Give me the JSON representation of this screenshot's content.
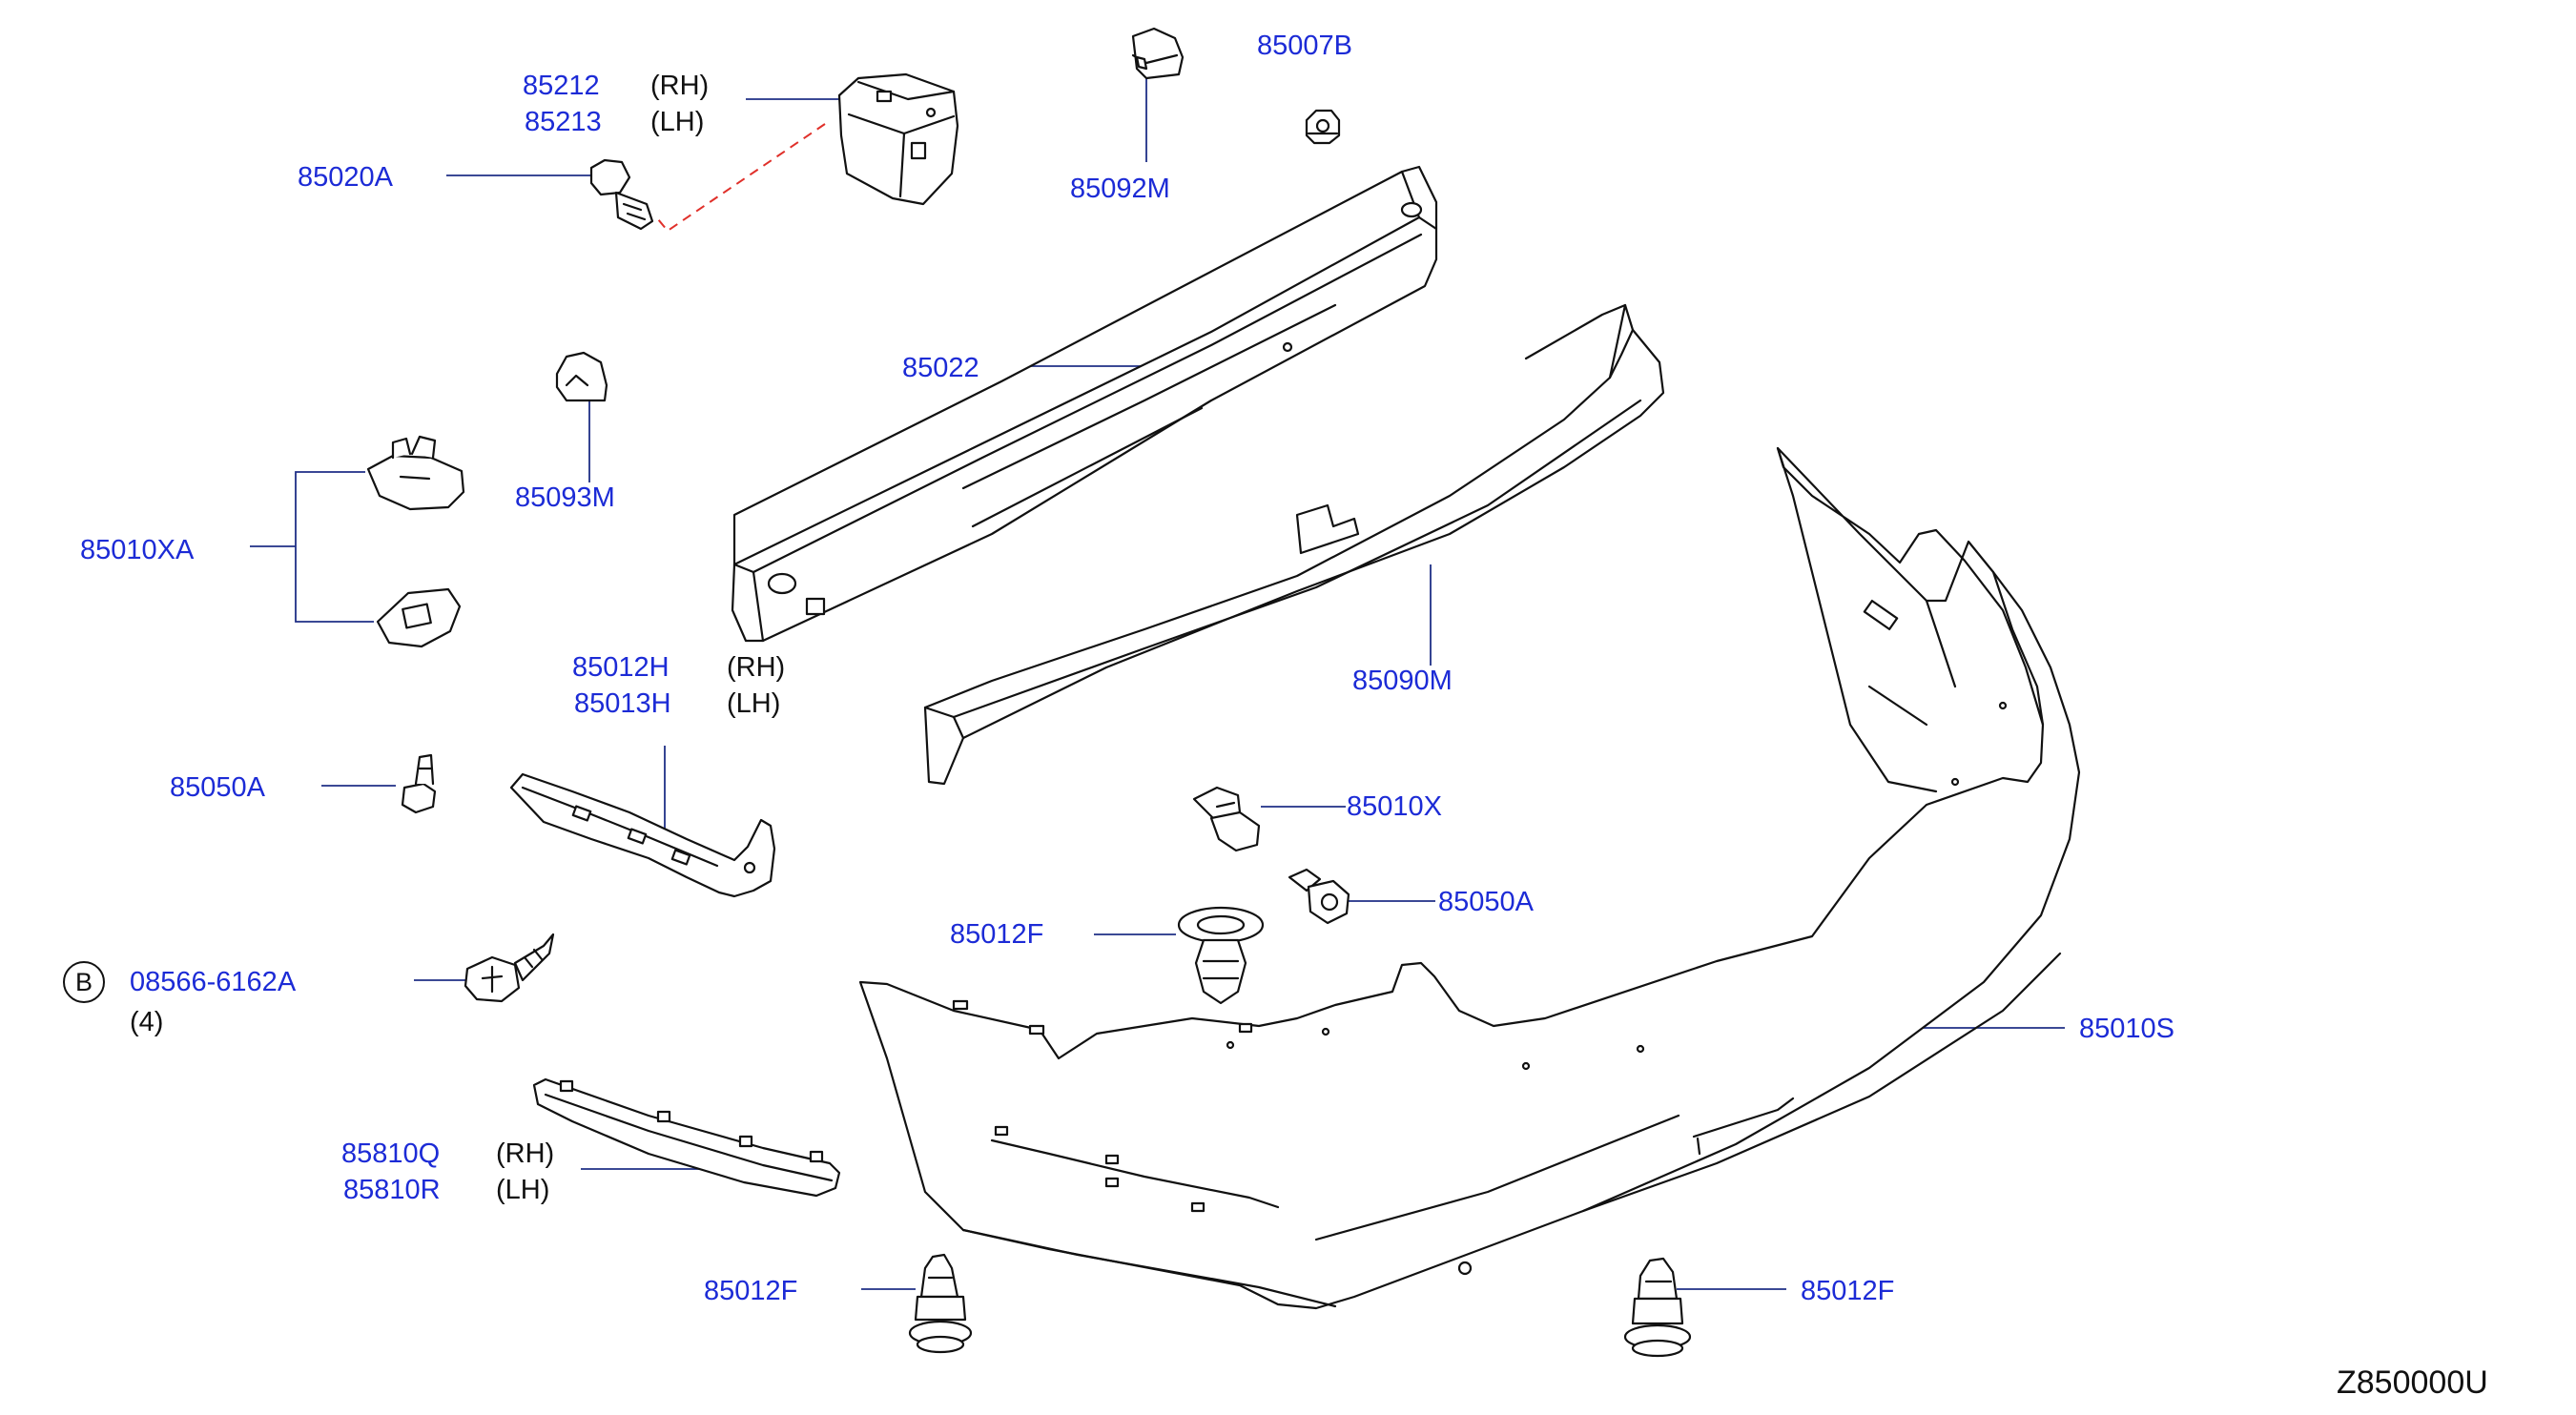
{
  "diagram": {
    "reference_code": "Z850000U",
    "callouts": [
      {
        "id": "c85212",
        "part": "85212",
        "side": "(RH)"
      },
      {
        "id": "c85213",
        "part": "85213",
        "side": "(LH)"
      },
      {
        "id": "c85020a",
        "part": "85020A"
      },
      {
        "id": "c85092m",
        "part": "85092M"
      },
      {
        "id": "c85007b",
        "part": "85007B"
      },
      {
        "id": "c85022",
        "part": "85022"
      },
      {
        "id": "c85093m",
        "part": "85093M"
      },
      {
        "id": "c85010xa",
        "part": "85010XA"
      },
      {
        "id": "c85012h",
        "part": "85012H",
        "side": "(RH)"
      },
      {
        "id": "c85013h",
        "part": "85013H",
        "side": "(LH)"
      },
      {
        "id": "c85090m",
        "part": "85090M"
      },
      {
        "id": "c85050a_left",
        "part": "85050A"
      },
      {
        "id": "c85010x",
        "part": "85010X"
      },
      {
        "id": "c85050a_right",
        "part": "85050A"
      },
      {
        "id": "c85012f_mid",
        "part": "85012F"
      },
      {
        "id": "c08566",
        "part": "08566-6162A",
        "marker": "B",
        "quantity": "(4)"
      },
      {
        "id": "c85010s",
        "part": "85010S"
      },
      {
        "id": "c85810q",
        "part": "85810Q",
        "side": "(RH)"
      },
      {
        "id": "c85810r",
        "part": "85810R",
        "side": "(LH)"
      },
      {
        "id": "c85012f_left",
        "part": "85012F"
      },
      {
        "id": "c85012f_right",
        "part": "85012F"
      }
    ]
  },
  "colors": {
    "part_number": "#1c2bd6",
    "leader": "#1f2f86",
    "linework": "#111111",
    "dashed_link": "#e0302a"
  }
}
